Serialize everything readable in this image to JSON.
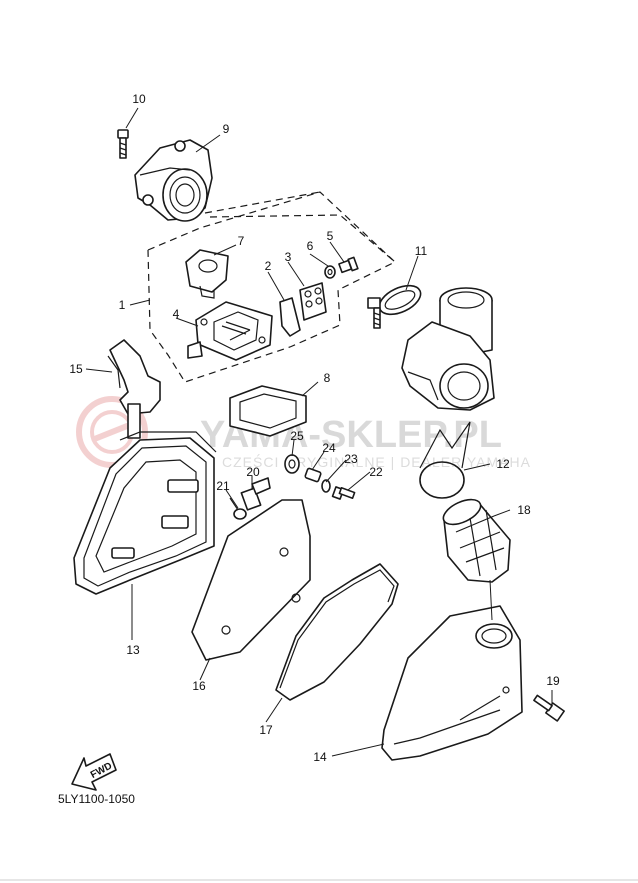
{
  "diagram": {
    "code": "5LY1100-1050",
    "fwd_label": "FWD",
    "watermark": {
      "main": "YAMA-SKLEP.PL",
      "sub": "CZĘŚCI ORYGINALNE | DEALER YAMAHA"
    },
    "callouts": [
      "1",
      "2",
      "3",
      "4",
      "5",
      "6",
      "7",
      "8",
      "9",
      "10",
      "11",
      "12",
      "13",
      "14",
      "15",
      "16",
      "17",
      "18",
      "19",
      "20",
      "21",
      "22",
      "23",
      "24",
      "25"
    ]
  }
}
